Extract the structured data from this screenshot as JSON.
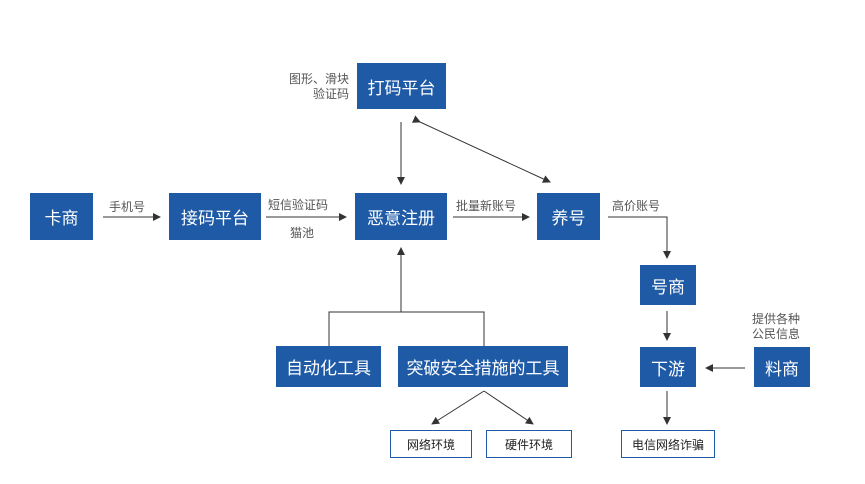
{
  "nodes": {
    "captcha_platform": "打码平台",
    "card_dealer": "卡商",
    "sms_platform": "接码平台",
    "malicious_register": "恶意注册",
    "nurture": "养号",
    "account_dealer": "号商",
    "downstream": "下游",
    "data_dealer": "料商",
    "automation_tools": "自动化工具",
    "bypass_tools": "突破安全措施的工具",
    "network_env": "网络环境",
    "hardware_env": "硬件环境",
    "telecom_fraud": "电信网络诈骗"
  },
  "labels": {
    "captcha_type_line1": "图形、滑块",
    "captcha_type_line2": "验证码",
    "phone_number": "手机号",
    "sms_code": "短信验证码",
    "cat_pool": "猫池",
    "batch_accounts": "批量新账号",
    "high_price_accounts": "高价账号",
    "citizen_info_line1": "提供各种",
    "citizen_info_line2": "公民信息"
  },
  "colors": {
    "node_fill": "#1f5aa6",
    "node_text": "#ffffff",
    "edge": "#333333",
    "label_text": "#555555"
  }
}
